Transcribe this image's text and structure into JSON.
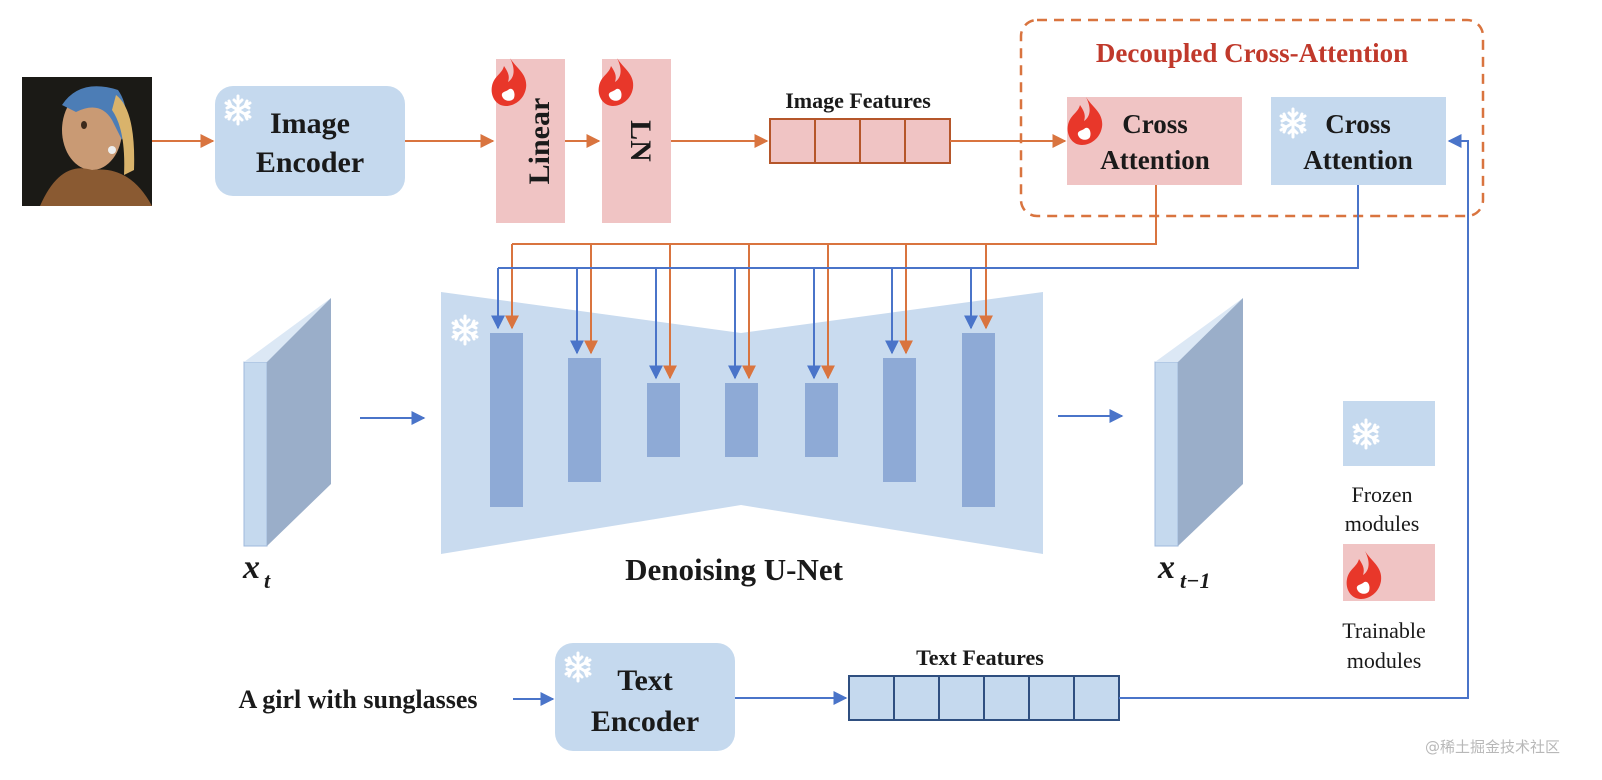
{
  "colors": {
    "frozen_fill": "#c5d9ee",
    "trainable_fill": "#f0c4c4",
    "unet_fill": "#c9dbef",
    "unet_block": "#8eaad6",
    "orange_line": "#d9743f",
    "blue_line": "#4a74c9",
    "title_red": "#c0392b",
    "flame": "#e8372a",
    "text_dark": "#1a1a1a"
  },
  "icons": {
    "frozen": "snowflake-icon",
    "trainable": "flame-icon"
  },
  "image_encoder": {
    "line1": "Image",
    "line2": "Encoder"
  },
  "linear_label": "Linear",
  "ln_label": "LN",
  "image_features_label": "Image Features",
  "decoupled_title": "Decoupled Cross-Attention",
  "cross_attn_trainable": {
    "line1": "Cross",
    "line2": "Attention"
  },
  "cross_attn_frozen": {
    "line1": "Cross",
    "line2": "Attention"
  },
  "xt_label": "x",
  "xt_sub": "t",
  "unet_label": "Denoising U-Net",
  "xt1_label": "x",
  "xt1_sub": "t−1",
  "prompt_text": "A girl with sunglasses",
  "text_encoder": {
    "line1": "Text",
    "line2": "Encoder"
  },
  "text_features_label": "Text Features",
  "legend": {
    "frozen_line1": "Frozen",
    "frozen_line2": "modules",
    "trainable_line1": "Trainable",
    "trainable_line2": "modules"
  },
  "watermark": "@稀土掘金技术社区"
}
